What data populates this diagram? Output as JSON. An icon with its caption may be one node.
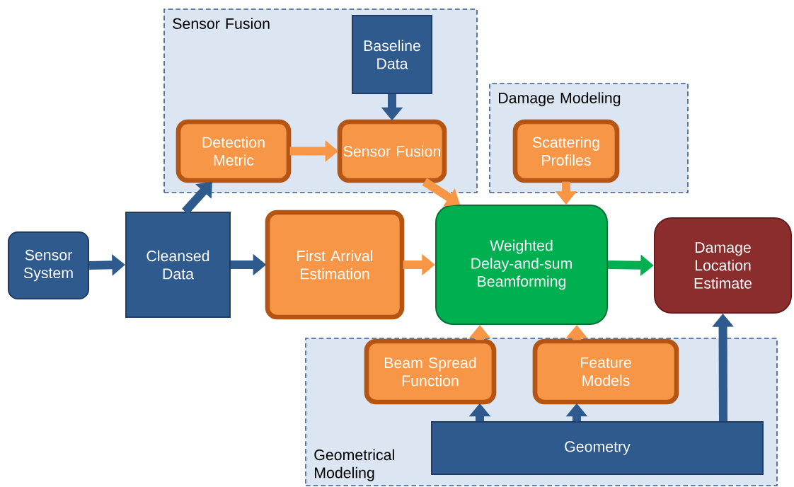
{
  "diagram": {
    "nodes": [
      {
        "text": [
          "Sensor Fusion"
        ]
      },
      {
        "text": [
          "Baseline Data"
        ],
        "in": 0
      },
      {
        "text": [
          "Detection Metric"
        ],
        "in": 0
      },
      {
        "text": [
          "Sensor Fusion"
        ],
        "in": 0
      },
      {
        "text": [
          "Damage Modeling"
        ]
      },
      {
        "text": [
          "Scattering Profiles"
        ],
        "in": 4
      },
      {
        "text": [
          "Sensor System"
        ]
      },
      {
        "text": [
          "Cleansed Data"
        ]
      },
      {
        "text": [
          "First Arrival Estimation"
        ]
      },
      {
        "text": [
          "Weighted Delay-and-sum Beamforming"
        ]
      },
      {
        "text": [
          "Damage Location Estimate"
        ]
      },
      {
        "text": [
          "Geometrical Modeling"
        ]
      },
      {
        "text": [
          "Beam Spread Function"
        ],
        "in": 11
      },
      {
        "text": [
          "Feature Models"
        ],
        "in": 11
      },
      {
        "text": [
          "Geometry"
        ],
        "in": 11
      }
    ],
    "edges": [
      {
        "from": 6,
        "to": 7,
        "arrow": "to"
      },
      {
        "from": 7,
        "to": 8,
        "arrow": "to"
      },
      {
        "from": 7,
        "to": 2,
        "arrow": "to"
      },
      {
        "from": 2,
        "to": 3,
        "arrow": "to",
        "color": "#f79646"
      },
      {
        "from": 1,
        "to": 3,
        "arrow": "to"
      },
      {
        "from": 3,
        "to": 9,
        "arrow": "to",
        "color": "#f79646"
      },
      {
        "from": 5,
        "to": 9,
        "arrow": "to",
        "color": "#f79646"
      },
      {
        "from": 8,
        "to": 9,
        "arrow": "to",
        "color": "#f79646"
      },
      {
        "from": 9,
        "to": 10,
        "arrow": "to",
        "color": "#00b050"
      },
      {
        "from": 12,
        "to": 9,
        "arrow": "to",
        "color": "#f79646"
      },
      {
        "from": 13,
        "to": 9,
        "arrow": "to",
        "color": "#f79646"
      },
      {
        "from": 14,
        "to": 12,
        "arrow": "to"
      },
      {
        "from": 14,
        "to": 13,
        "arrow": "to"
      },
      {
        "from": 14,
        "to": 10,
        "arrow": "to"
      }
    ]
  }
}
